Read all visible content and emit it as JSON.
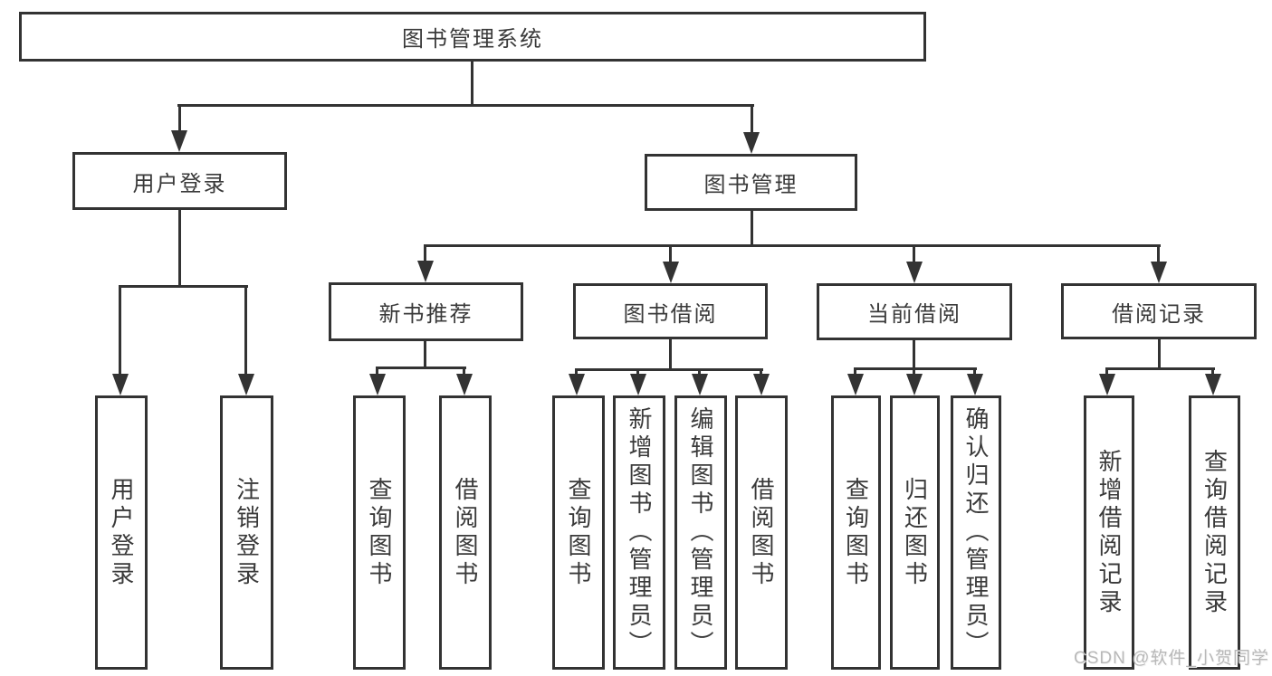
{
  "root": {
    "label": "图书管理系统"
  },
  "branches": {
    "user_login": {
      "label": "用户登录",
      "children": [
        "用户登录",
        "注销登录"
      ]
    },
    "book_mgmt": {
      "label": "图书管理",
      "children": {
        "new_book_rec": {
          "label": "新书推荐",
          "children": [
            "查询图书",
            "借阅图书"
          ]
        },
        "book_borrow": {
          "label": "图书借阅",
          "children": [
            "查询图书",
            "新增图书（管理员）",
            "编辑图书（管理员）",
            "借阅图书"
          ]
        },
        "current_borrow": {
          "label": "当前借阅",
          "children": [
            "查询图书",
            "归还图书",
            "确认归还（管理员）"
          ]
        },
        "borrow_records": {
          "label": "借阅记录",
          "children": [
            "新增借阅记录",
            "查询借阅记录"
          ]
        }
      }
    }
  },
  "watermark": "CSDN @软件_小贺同学",
  "colors": {
    "line": "#333333",
    "text": "#3a3a3a",
    "watermark": "#b3b3b3",
    "background": "#ffffff"
  }
}
